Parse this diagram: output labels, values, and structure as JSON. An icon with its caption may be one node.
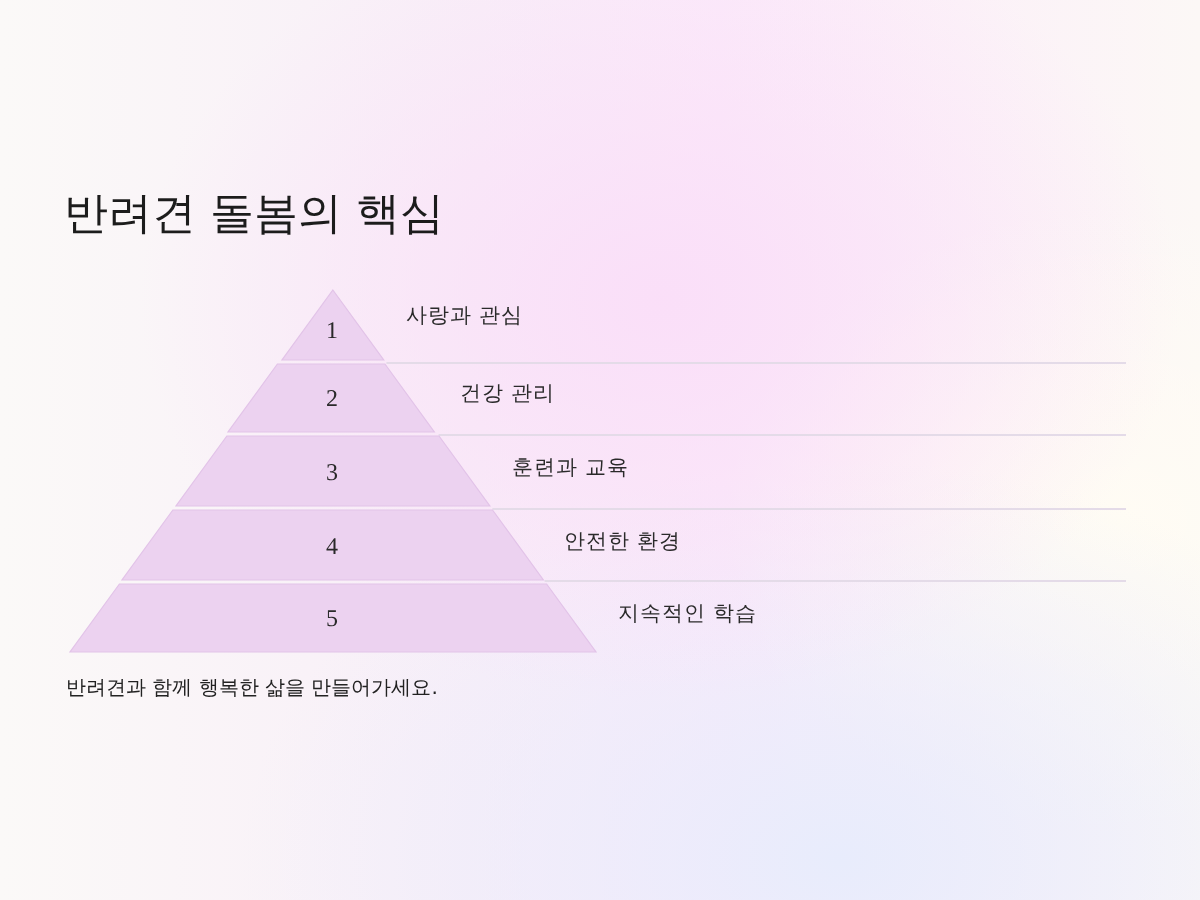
{
  "diagram": {
    "title": "반려견 돌봄의 핵심",
    "caption": "반려견과 함께 행복한 삶을 만들어가세요.",
    "nodes": [
      {
        "text": [
          "1"
        ],
        "beside": [
          "사랑과 관심"
        ]
      },
      {
        "text": [
          "2"
        ],
        "beside": [
          "건강 관리"
        ]
      },
      {
        "text": [
          "3"
        ],
        "beside": [
          "훈련과 교육"
        ]
      },
      {
        "text": [
          "4"
        ],
        "beside": [
          "안전한 환경"
        ]
      },
      {
        "text": [
          "5"
        ],
        "beside": [
          "지속적인 학습"
        ]
      }
    ]
  }
}
